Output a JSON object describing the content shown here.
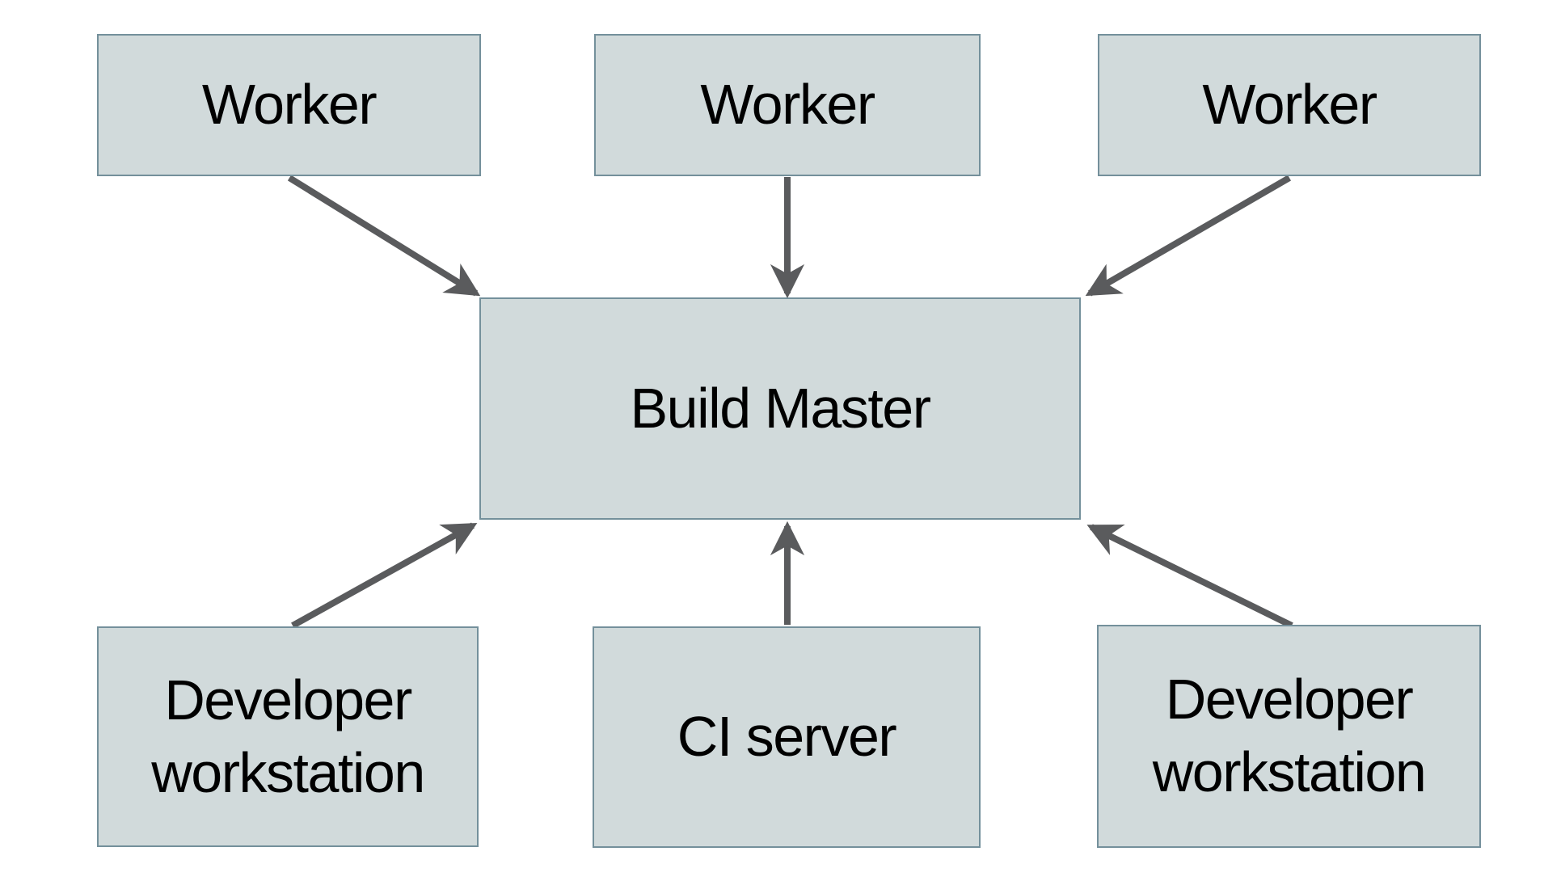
{
  "diagram": {
    "nodes": [
      {
        "id": "worker-1",
        "label": "Worker"
      },
      {
        "id": "worker-2",
        "label": "Worker"
      },
      {
        "id": "worker-3",
        "label": "Worker"
      },
      {
        "id": "build-master",
        "label": "Build Master"
      },
      {
        "id": "developer-workstation-1",
        "label": "Developer workstation"
      },
      {
        "id": "ci-server",
        "label": "CI server"
      },
      {
        "id": "developer-workstation-2",
        "label": "Developer workstation"
      }
    ],
    "edges": [
      {
        "from": "worker-1",
        "to": "build-master"
      },
      {
        "from": "worker-2",
        "to": "build-master"
      },
      {
        "from": "worker-3",
        "to": "build-master"
      },
      {
        "from": "developer-workstation-1",
        "to": "build-master"
      },
      {
        "from": "ci-server",
        "to": "build-master"
      },
      {
        "from": "developer-workstation-2",
        "to": "build-master"
      }
    ],
    "colors": {
      "node_fill": "#d1dadb",
      "node_border": "#74909b",
      "arrow": "#5a5b5d",
      "text": "#000000",
      "background": "#ffffff"
    }
  }
}
